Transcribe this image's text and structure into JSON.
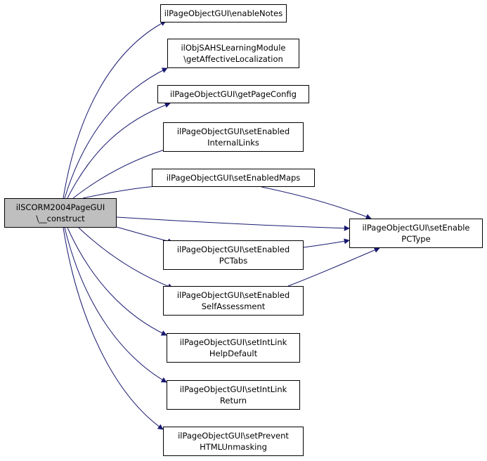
{
  "colors": {
    "edge": "#191970",
    "root_fill": "#bfbfbf",
    "node_fill": "#ffffff",
    "border": "#000000"
  },
  "nodes": {
    "root": {
      "line1": "ilSCORM2004PageGUI",
      "line2": "\\__construct"
    },
    "enable_notes": {
      "line1": "ilPageObjectGUI\\enableNotes"
    },
    "get_affective": {
      "line1": "ilObjSAHSLearningModule",
      "line2": "\\getAffectiveLocalization"
    },
    "get_page_config": {
      "line1": "ilPageObjectGUI\\getPageConfig"
    },
    "set_enabled_internal_links": {
      "line1": "ilPageObjectGUI\\setEnabled",
      "line2": "InternalLinks"
    },
    "set_enabled_maps": {
      "line1": "ilPageObjectGUI\\setEnabledMaps"
    },
    "set_enable_pc_type": {
      "line1": "ilPageObjectGUI\\setEnable",
      "line2": "PCType"
    },
    "set_enabled_pc_tabs": {
      "line1": "ilPageObjectGUI\\setEnabled",
      "line2": "PCTabs"
    },
    "set_enabled_self_assessment": {
      "line1": "ilPageObjectGUI\\setEnabled",
      "line2": "SelfAssessment"
    },
    "set_int_link_help_default": {
      "line1": "ilPageObjectGUI\\setIntLink",
      "line2": "HelpDefault"
    },
    "set_int_link_return": {
      "line1": "ilPageObjectGUI\\setIntLink",
      "line2": "Return"
    },
    "set_prevent_html_unmasking": {
      "line1": "ilPageObjectGUI\\setPrevent",
      "line2": "HTMLUnmasking"
    }
  },
  "edges": [
    {
      "from": "root",
      "to": "enable_notes"
    },
    {
      "from": "root",
      "to": "get_affective"
    },
    {
      "from": "root",
      "to": "get_page_config"
    },
    {
      "from": "root",
      "to": "set_enabled_internal_links"
    },
    {
      "from": "root",
      "to": "set_enabled_maps"
    },
    {
      "from": "root",
      "to": "set_enable_pc_type"
    },
    {
      "from": "root",
      "to": "set_enabled_pc_tabs"
    },
    {
      "from": "root",
      "to": "set_enabled_self_assessment"
    },
    {
      "from": "root",
      "to": "set_int_link_help_default"
    },
    {
      "from": "root",
      "to": "set_int_link_return"
    },
    {
      "from": "root",
      "to": "set_prevent_html_unmasking"
    },
    {
      "from": "set_enabled_maps",
      "to": "set_enable_pc_type"
    },
    {
      "from": "set_enabled_pc_tabs",
      "to": "set_enable_pc_type"
    },
    {
      "from": "set_enabled_self_assessment",
      "to": "set_enable_pc_type"
    }
  ]
}
